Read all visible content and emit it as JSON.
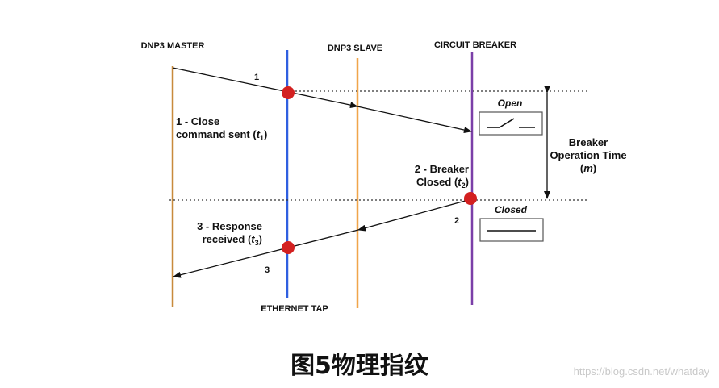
{
  "diagram": {
    "actors": {
      "master": "DNP3 MASTER",
      "tap": "ETHERNET TAP",
      "slave": "DNP3 SLAVE",
      "breaker": "CIRCUIT BREAKER"
    },
    "colors": {
      "master": "#c88a3c",
      "tap": "#2f5fe0",
      "slave": "#f0a54a",
      "breaker": "#7b3fa8",
      "marker": "#d32020",
      "arrow": "#111111"
    },
    "steps": {
      "n1": "1",
      "n2": "2",
      "n3": "3",
      "step1": {
        "line1": "1 - Close",
        "line2": "command sent (",
        "var": "t",
        "sub": "1",
        "close": ")"
      },
      "step2": {
        "line1": "2 - Breaker",
        "line2": "Closed (",
        "var": "t",
        "sub": "2",
        "close": ")"
      },
      "step3": {
        "line1": "3 - Response",
        "line2": "received (",
        "var": "t",
        "sub": "3",
        "close": ")"
      }
    },
    "operation": {
      "line1": "Breaker",
      "line2": "Operation Time",
      "line3_open": "(",
      "line3_var": "m",
      "line3_close": ")"
    },
    "states": {
      "open": "Open",
      "closed": "Closed"
    }
  },
  "caption": "图5物理指纹",
  "watermark": "https://blog.csdn.net/whatday"
}
